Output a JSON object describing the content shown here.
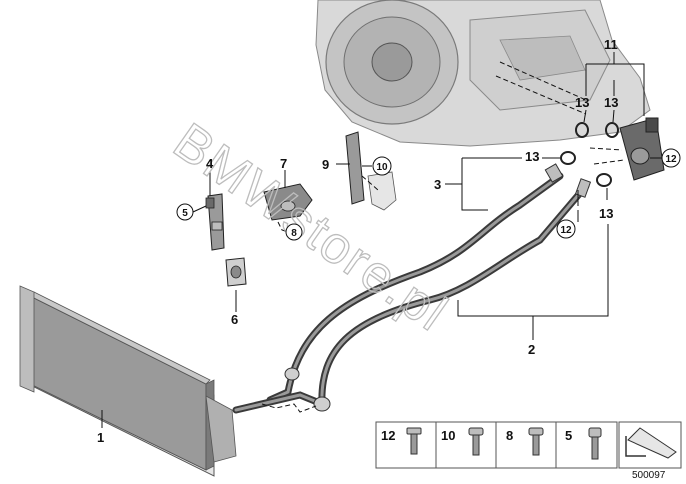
{
  "callouts": {
    "c1": "1",
    "c2": "2",
    "c3": "3",
    "c4": "4",
    "c5": "5",
    "c6": "6",
    "c7": "7",
    "c8": "8",
    "c9": "9",
    "c10": "10",
    "c11": "11",
    "c12a": "12",
    "c12b": "12",
    "c13a": "13",
    "c13b": "13",
    "c13c": "13",
    "c13d": "13"
  },
  "legend": {
    "items": [
      "12",
      "10",
      "8",
      "5"
    ]
  },
  "watermark": "BMWstore.pl",
  "diagram_id": "500097",
  "colors": {
    "line": "#111111",
    "part_dark": "#5a5a5a",
    "part_mid": "#8a8a8a",
    "part_light": "#c8c8c8",
    "watermark": "#bdbdbd"
  }
}
